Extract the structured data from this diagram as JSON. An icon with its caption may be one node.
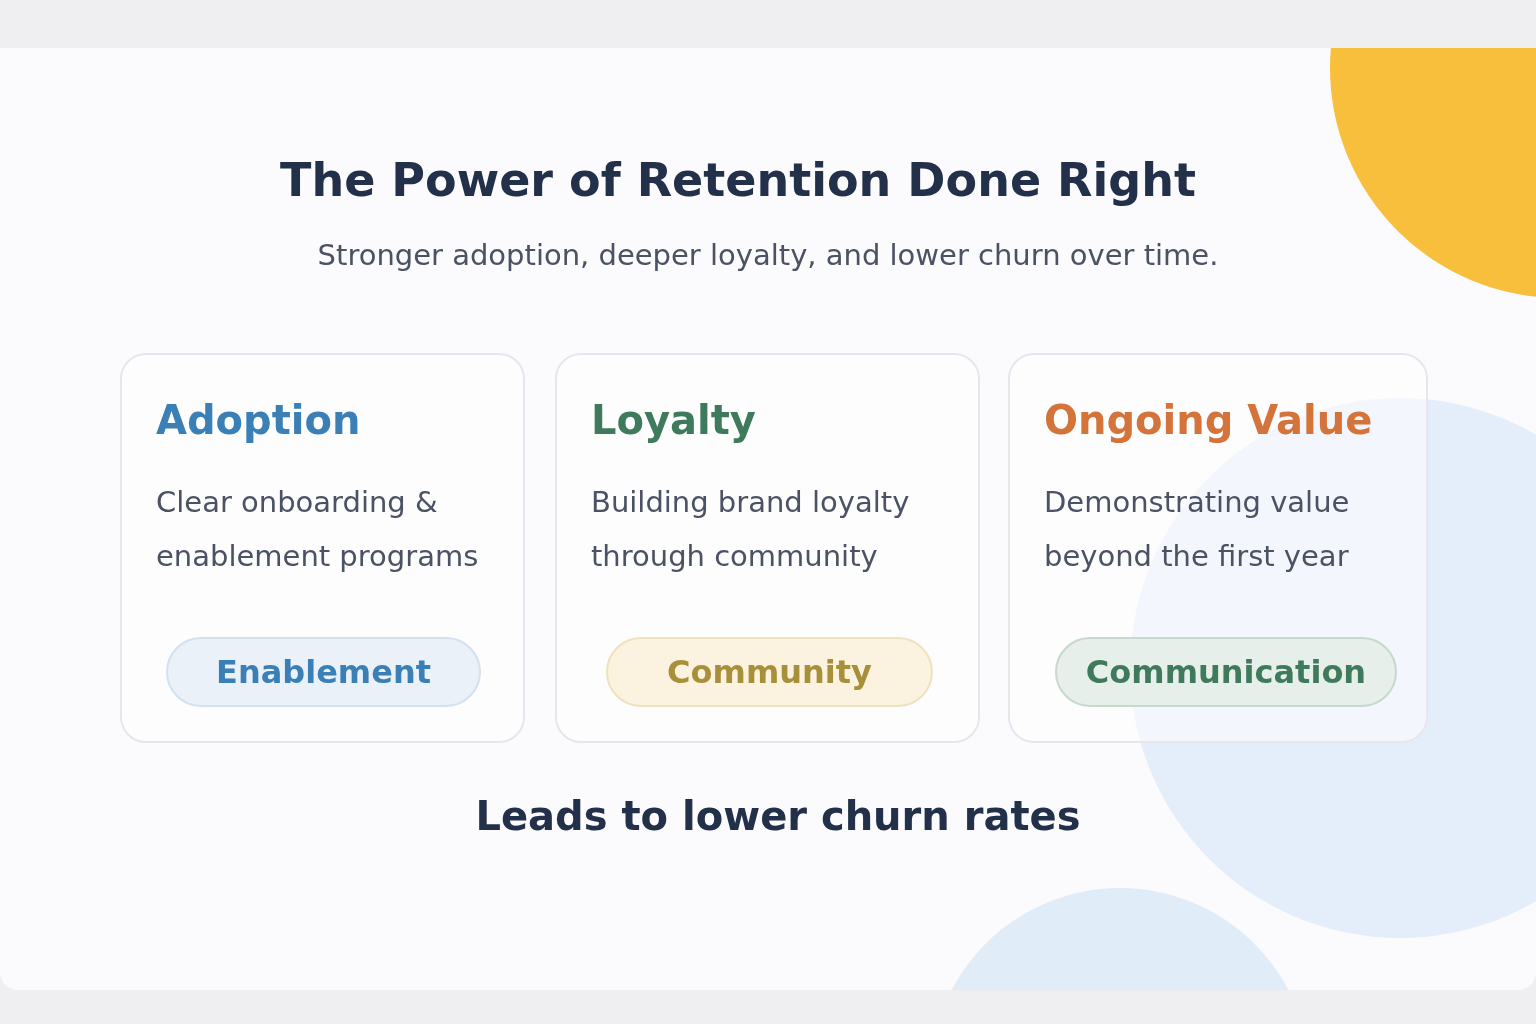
{
  "diagram": {
    "title": "The Power of Retention Done Right",
    "nodes": [
      {
        "text": [
          "Adoption",
          "Clear onboarding & enablement programs"
        ]
      },
      {
        "text": [
          "Enablement"
        ],
        "in": 0
      },
      {
        "text": [
          "Loyalty",
          "Building brand loyalty through community"
        ]
      },
      {
        "text": [
          "Community"
        ],
        "in": 2
      },
      {
        "text": [
          "Ongoing Value",
          "Demonstrating value beyond the first year"
        ]
      },
      {
        "text": [
          "Communication"
        ],
        "in": 4
      }
    ],
    "labels": [
      "Stronger adoption, deeper loyalty, and lower churn over time.",
      "Leads to lower churn rates"
    ]
  }
}
